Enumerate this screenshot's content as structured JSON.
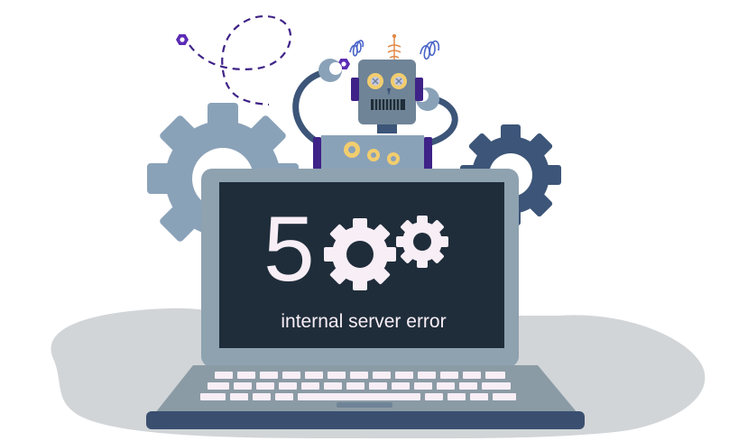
{
  "error": {
    "code_digit": "5",
    "message": "internal server error"
  },
  "colors": {
    "screen": "#1f2d3a",
    "laptop_frame": "#8ea2b0",
    "laptop_base": "#3a4f70",
    "keyboard_deck": "#8b9ba5",
    "keys": "#f8eef6",
    "gear_light": "#8aa2b8",
    "gear_dark": "#3c5578",
    "robot_body": "#6f8497",
    "robot_accent": "#f2cd6e",
    "purple": "#3e2287",
    "ground_shadow": "#d1d5d8"
  },
  "icons": [
    "gear-icon",
    "hex-nut-icon",
    "robot-illustration",
    "laptop-illustration"
  ]
}
